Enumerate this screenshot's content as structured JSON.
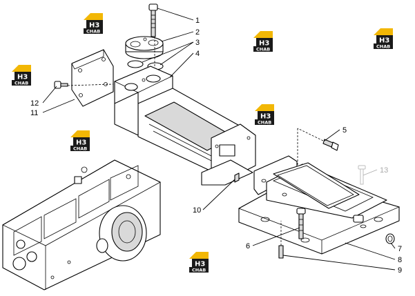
{
  "diagram": {
    "callouts": [
      {
        "id": "c1",
        "label": "1"
      },
      {
        "id": "c2",
        "label": "2"
      },
      {
        "id": "c3",
        "label": "3"
      },
      {
        "id": "c4",
        "label": "4"
      },
      {
        "id": "c5",
        "label": "5"
      },
      {
        "id": "c6",
        "label": "6"
      },
      {
        "id": "c7",
        "label": "7"
      },
      {
        "id": "c8",
        "label": "8"
      },
      {
        "id": "c9",
        "label": "9"
      },
      {
        "id": "c10",
        "label": "10"
      },
      {
        "id": "c11",
        "label": "11"
      },
      {
        "id": "c12",
        "label": "12"
      },
      {
        "id": "c13",
        "label": "13",
        "faded": true
      }
    ],
    "watermark": {
      "mark": "H3",
      "caption": "CHAB",
      "color_primary": "#f2b705",
      "color_dark": "#1a1a1a"
    }
  }
}
